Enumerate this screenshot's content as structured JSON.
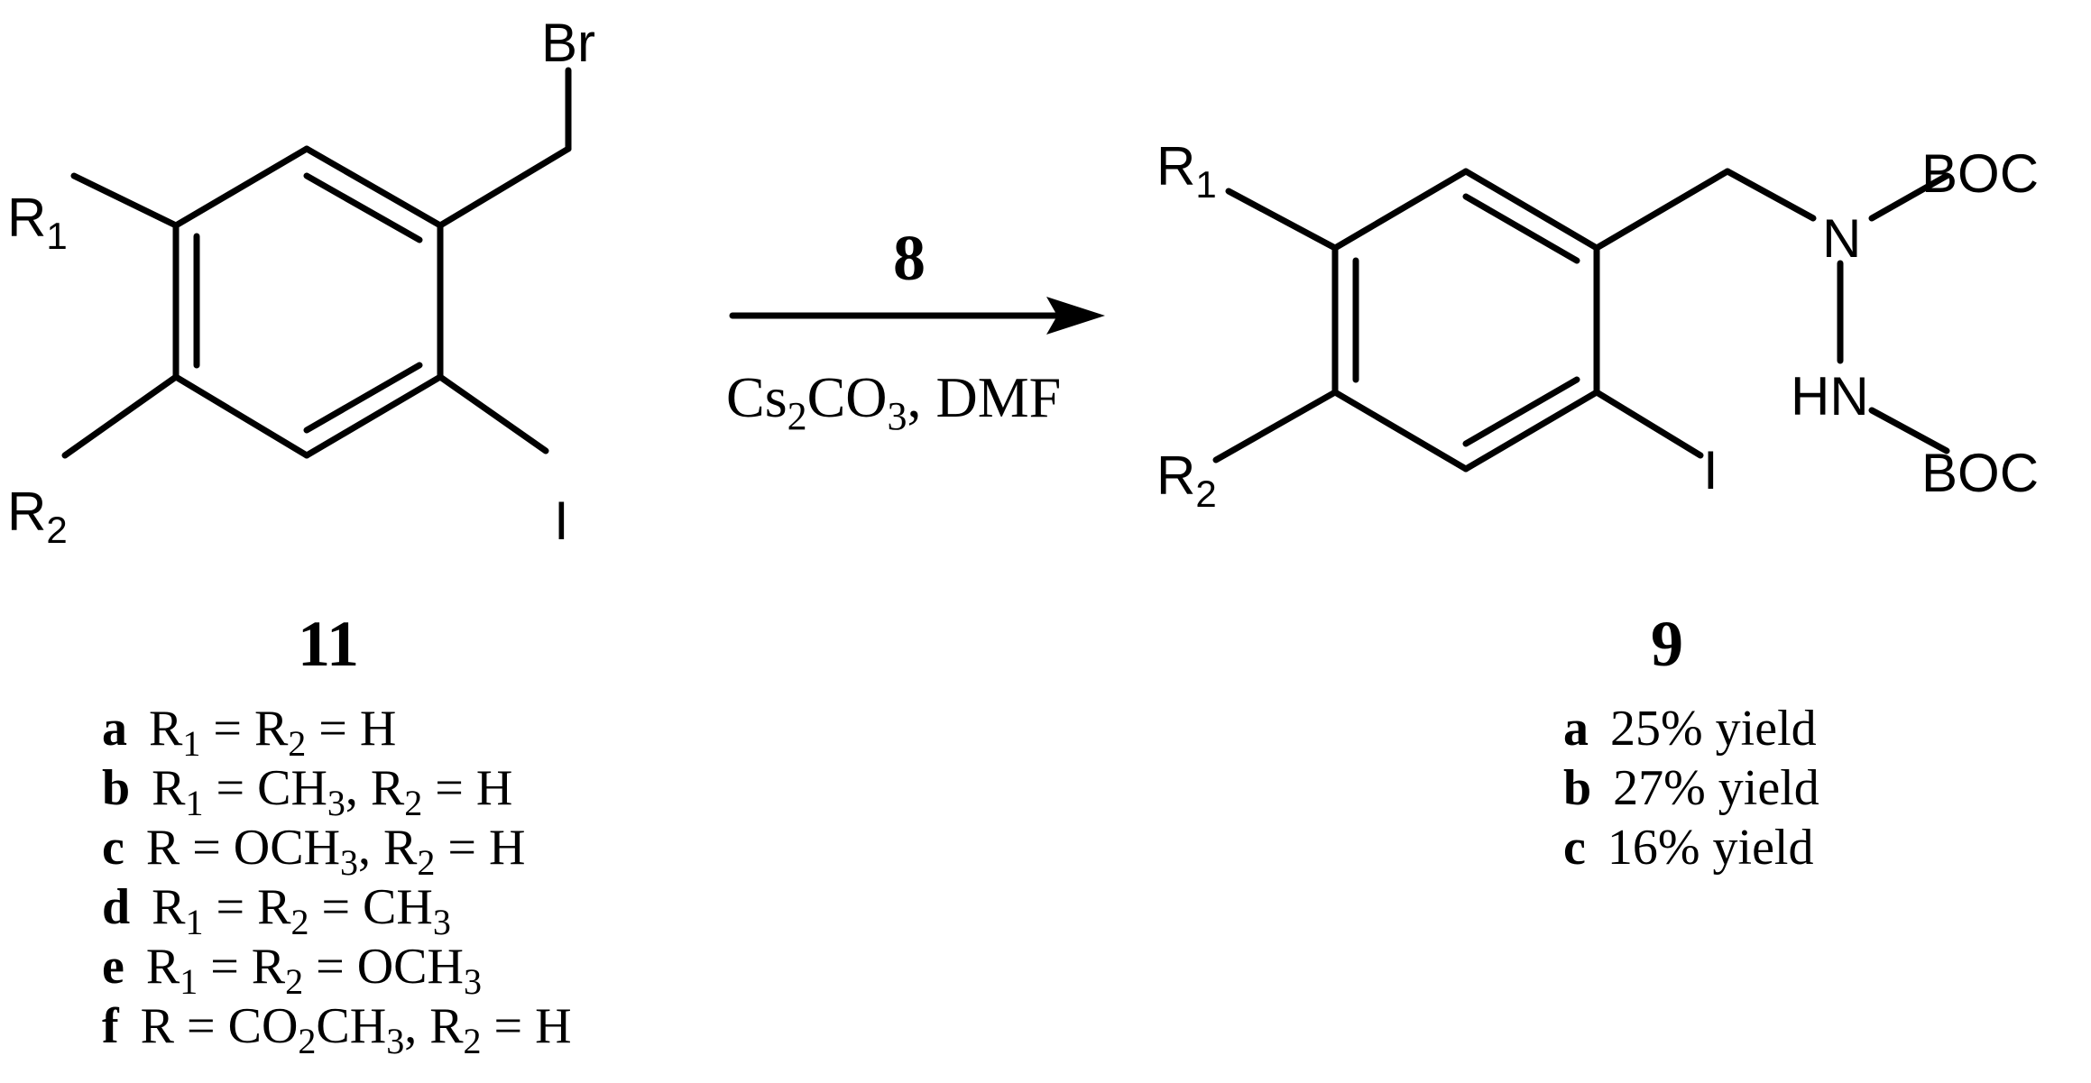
{
  "reactant": {
    "atoms": {
      "br": "Br",
      "i": "I",
      "r1": "R",
      "r1_sub": "1",
      "r2": "R",
      "r2_sub": "2"
    },
    "number": "11",
    "variants": [
      {
        "label": "a",
        "text": "R₁ = R₂ = H"
      },
      {
        "label": "b",
        "text": "R₁ = CH₃, R₂ = H"
      },
      {
        "label": "c",
        "text": "R = OCH₃, R₂ = H"
      },
      {
        "label": "d",
        "text": "R₁ = R₂ = CH₃"
      },
      {
        "label": "e",
        "text": "R₁ = R₂ = OCH₃"
      },
      {
        "label": "f",
        "text": "R = CO₂CH₃, R₂ = H"
      }
    ]
  },
  "conditions": {
    "reagent": "8",
    "cond_cs": "Cs",
    "cond_sub1": "2",
    "cond_co": "CO",
    "cond_sub2": "3",
    "cond_rest": ", DMF"
  },
  "product": {
    "atoms": {
      "r1": "R",
      "r1_sub": "1",
      "r2": "R",
      "r2_sub": "2",
      "i": "I",
      "n": "N",
      "hn": "HN",
      "boc_top": "BOC",
      "boc_bottom": "BOC"
    },
    "number": "9",
    "variants": [
      {
        "label": "a",
        "text": "25% yield"
      },
      {
        "label": "b",
        "text": "27% yield"
      },
      {
        "label": "c",
        "text": "16% yield"
      }
    ]
  }
}
